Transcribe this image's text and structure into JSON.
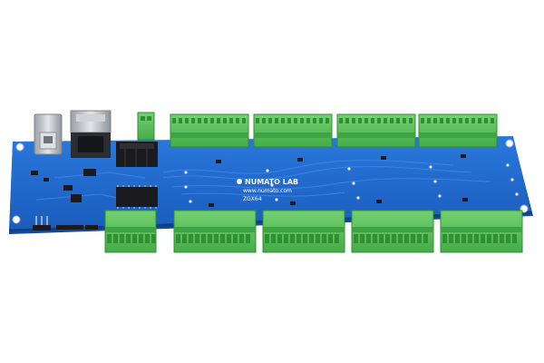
{
  "board": {
    "brand": "NUMATO LAB",
    "website": "www.numato.com",
    "model": "ZGX64"
  },
  "colors": {
    "background": "#ffffff",
    "pcb_blue": "#1e66c8",
    "pcb_edge": "#134a99",
    "terminal_green": "#58c258",
    "terminal_dark": "#2f8f34",
    "chip_black": "#1b1b1f",
    "metal": "#bfc4c9"
  }
}
